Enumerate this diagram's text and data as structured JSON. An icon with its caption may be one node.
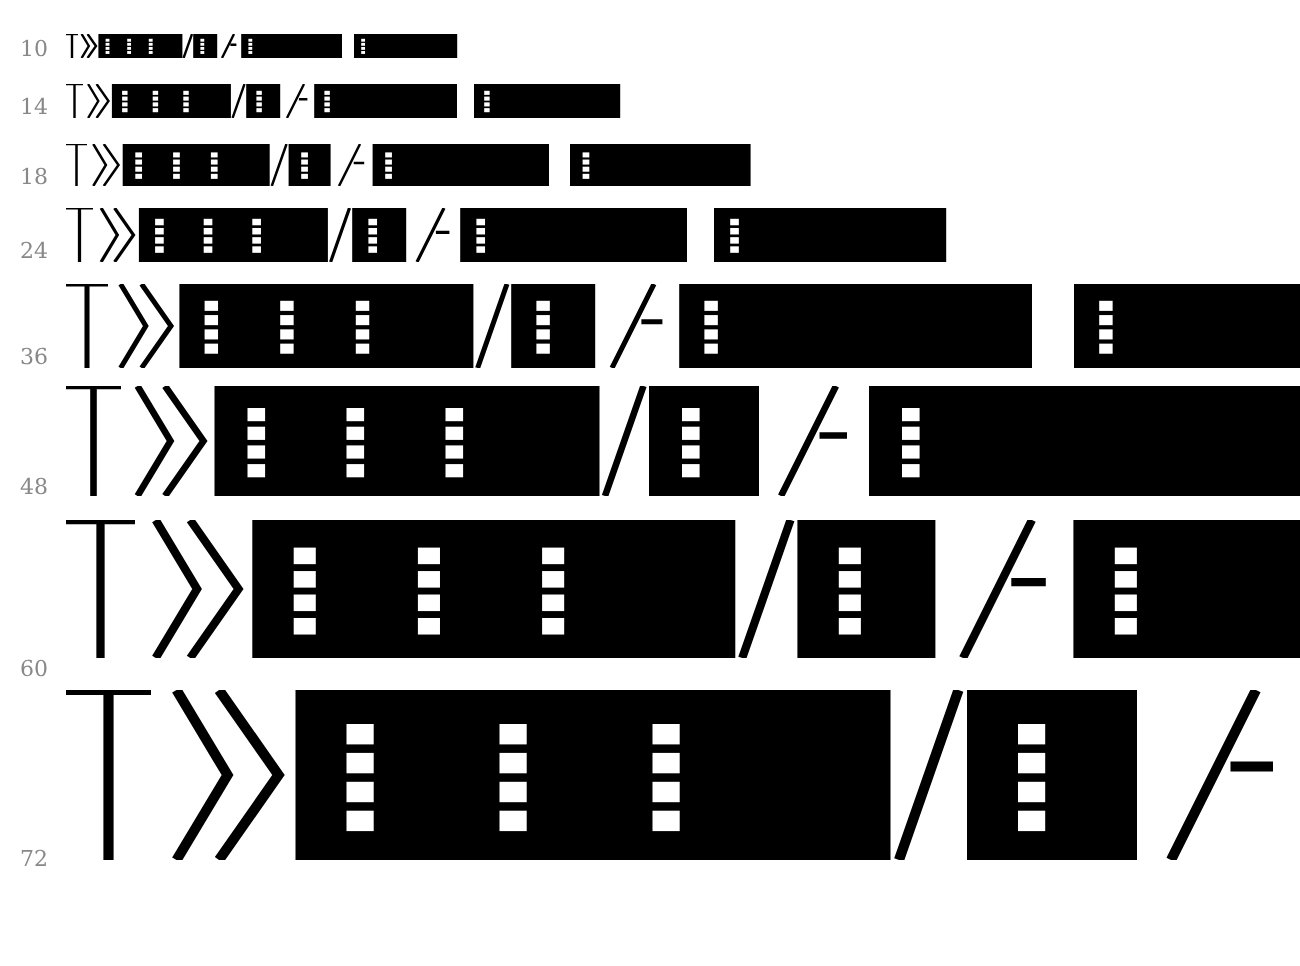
{
  "diagram": {
    "labels": [
      "10",
      "14",
      "18",
      "24",
      "36",
      "48",
      "60",
      "72"
    ]
  }
}
